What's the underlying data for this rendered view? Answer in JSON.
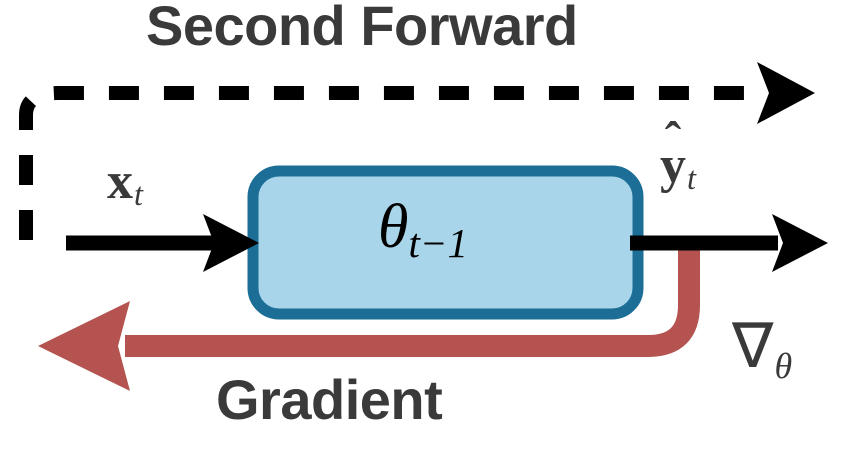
{
  "figure": {
    "title_top": "Second Forward",
    "title_bottom": "Gradient",
    "background_color": "#ffffff"
  },
  "colors": {
    "text_dark": "#3a3a3a",
    "arrow_black": "#000000",
    "gradient_red": "#b4534f",
    "box_fill": "#a9d5ea",
    "box_border": "#1c6e97"
  },
  "nodes": {
    "model_box": {
      "label_base": "θ",
      "label_subscript": "t−1",
      "fill": "#a9d5ea",
      "border": "#1c6e97"
    }
  },
  "labels": {
    "input": {
      "base": "x",
      "subscript": "t"
    },
    "output": {
      "hat": "ˆ",
      "base": "y",
      "subscript": "t"
    },
    "gradient_symbol": {
      "base": "∇",
      "subscript": "θ"
    }
  },
  "edges": [
    {
      "name": "second-forward-dashed-path",
      "style": "dashed",
      "color": "#000000",
      "direction": "left-to-right",
      "label": "Second Forward"
    },
    {
      "name": "input-arrow",
      "style": "solid",
      "color": "#000000",
      "direction": "left-to-right",
      "label": "x_t"
    },
    {
      "name": "output-arrow",
      "style": "solid",
      "color": "#000000",
      "direction": "left-to-right",
      "label": "y_hat_t"
    },
    {
      "name": "gradient-arrow",
      "style": "solid",
      "color": "#b4534f",
      "direction": "right-to-left",
      "label": "Gradient"
    }
  ]
}
